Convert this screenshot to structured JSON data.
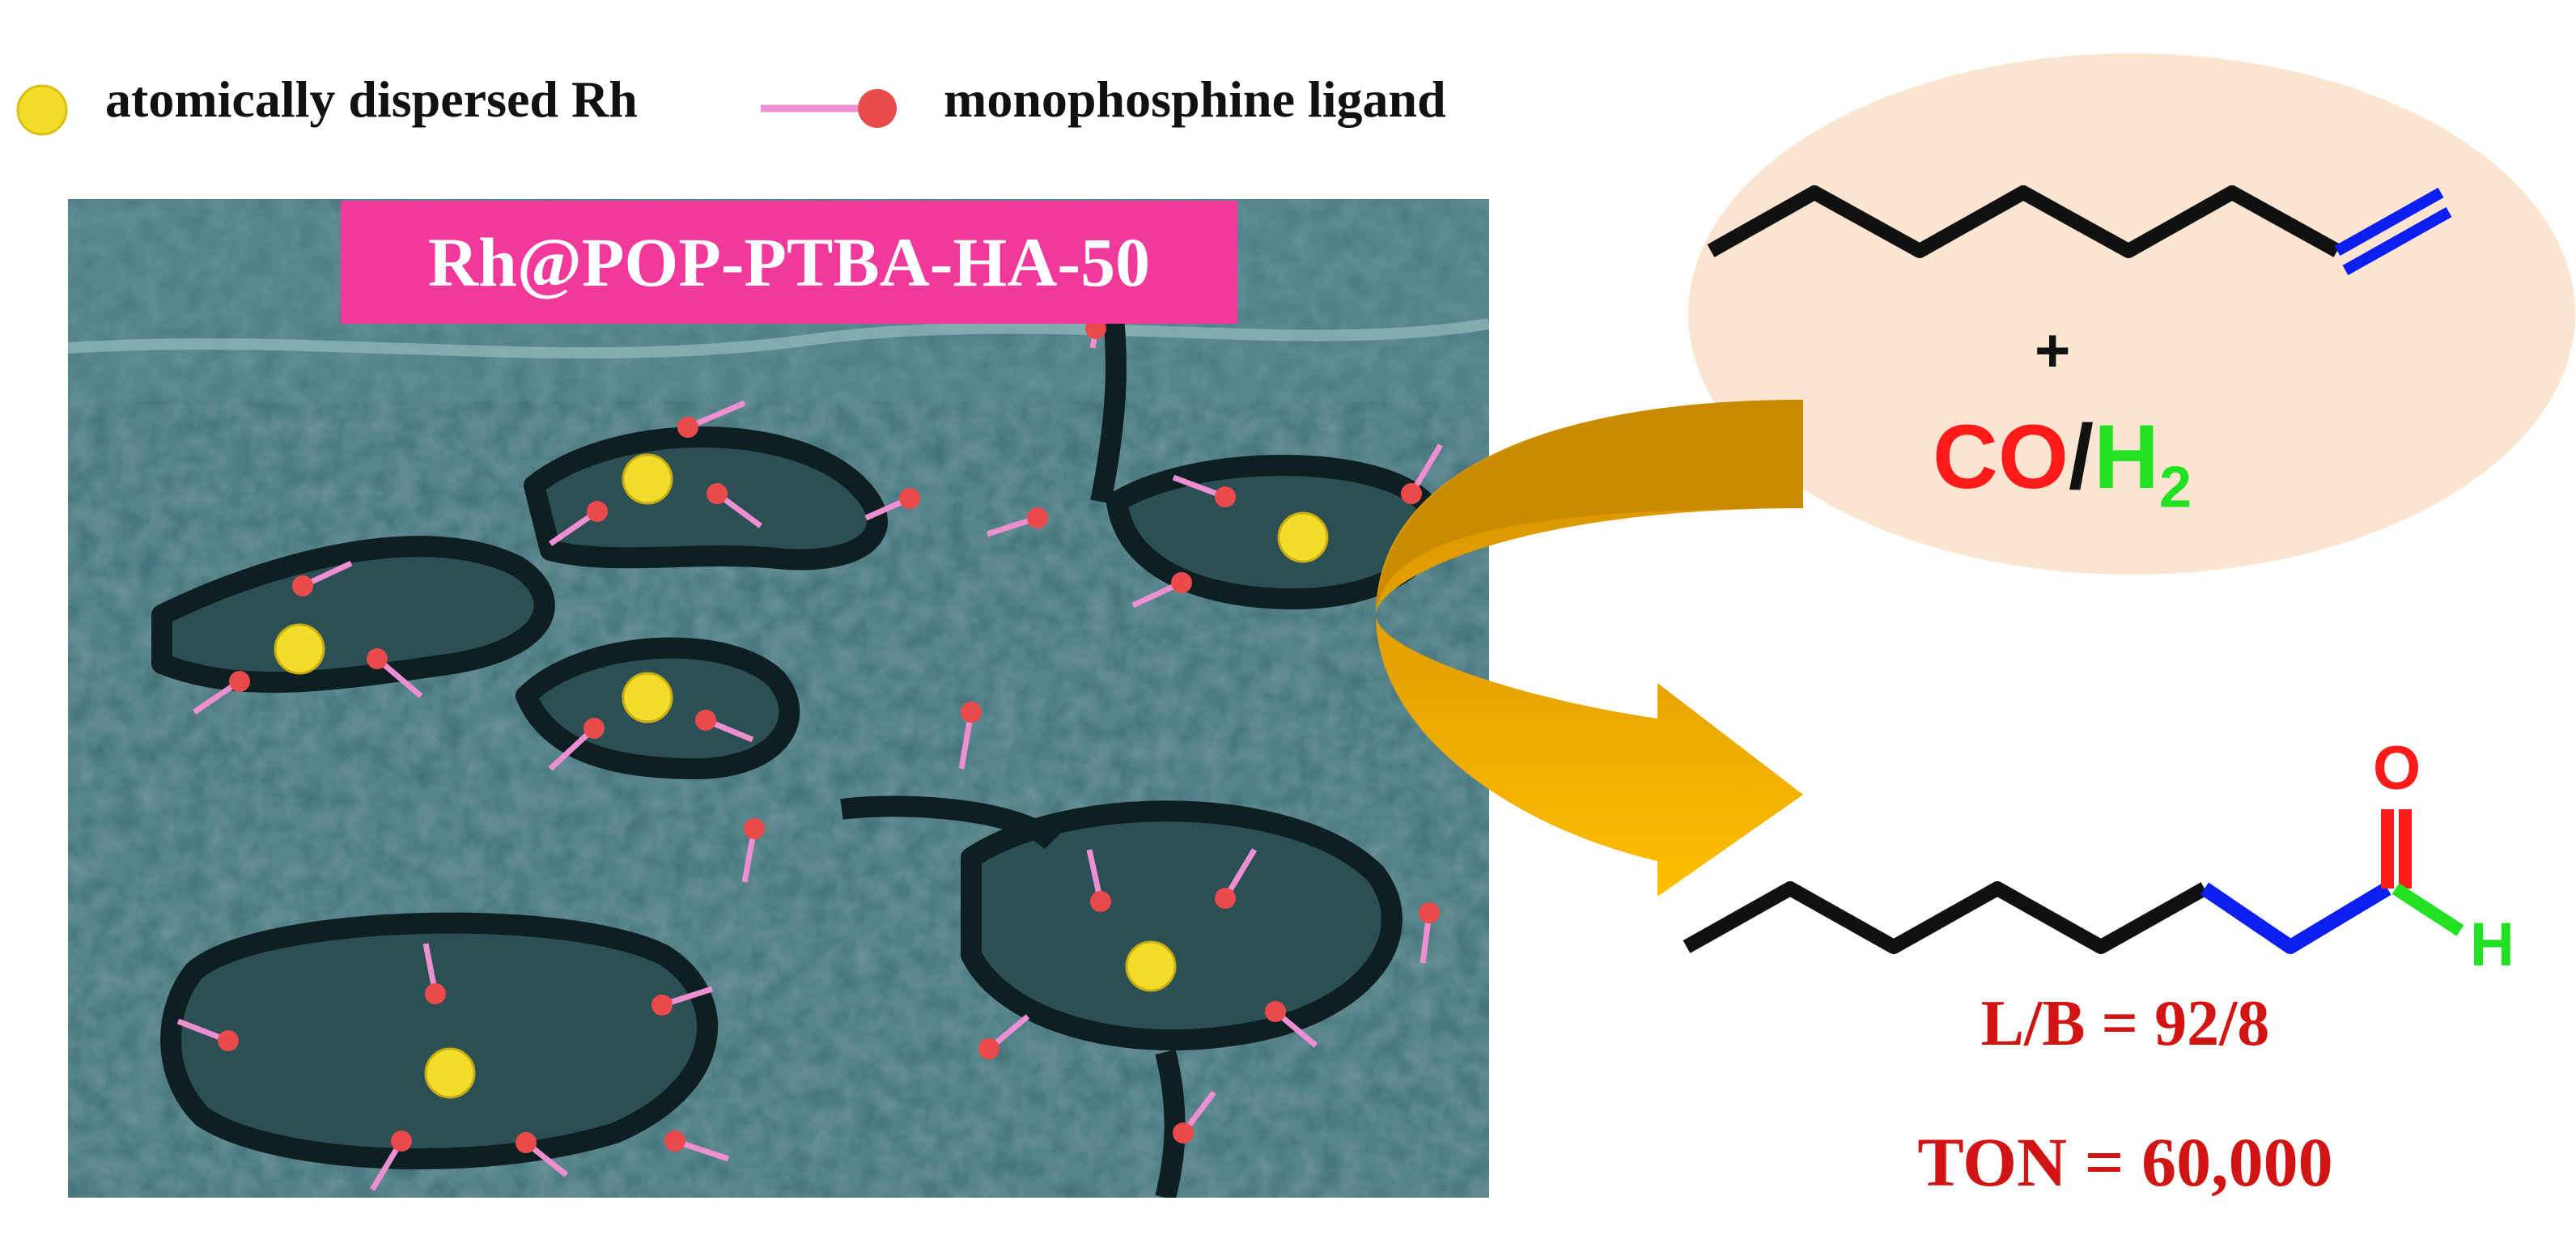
{
  "legend": {
    "rh_label": "atomically dispersed Rh",
    "ligand_label": "monophosphine ligand"
  },
  "catalyst": {
    "name": "Rh@POP-PTBA-HA-50"
  },
  "reactants": {
    "plus": "+",
    "co": "CO",
    "slash": "/",
    "h": "H",
    "h_sub": "2"
  },
  "product": {
    "oxygen_label": "O",
    "hydrogen_label": "H"
  },
  "results": {
    "lb_ratio": "L/B = 92/8",
    "ton": "TON = 60,000"
  },
  "colors": {
    "rh_atom": "#f3dc2a",
    "ligand_bond": "#ee8fd2",
    "ligand_end": "#ea4a4a",
    "banner": "#f0399a",
    "ellipse_fill": "#fce5d0",
    "arrow": "#ffbb00",
    "co_red": "#ff1a1a",
    "h2_green": "#22e022",
    "double_bond_blue": "#0a1ff0",
    "result_red": "#d11414",
    "substrate": "#3f6e76"
  }
}
